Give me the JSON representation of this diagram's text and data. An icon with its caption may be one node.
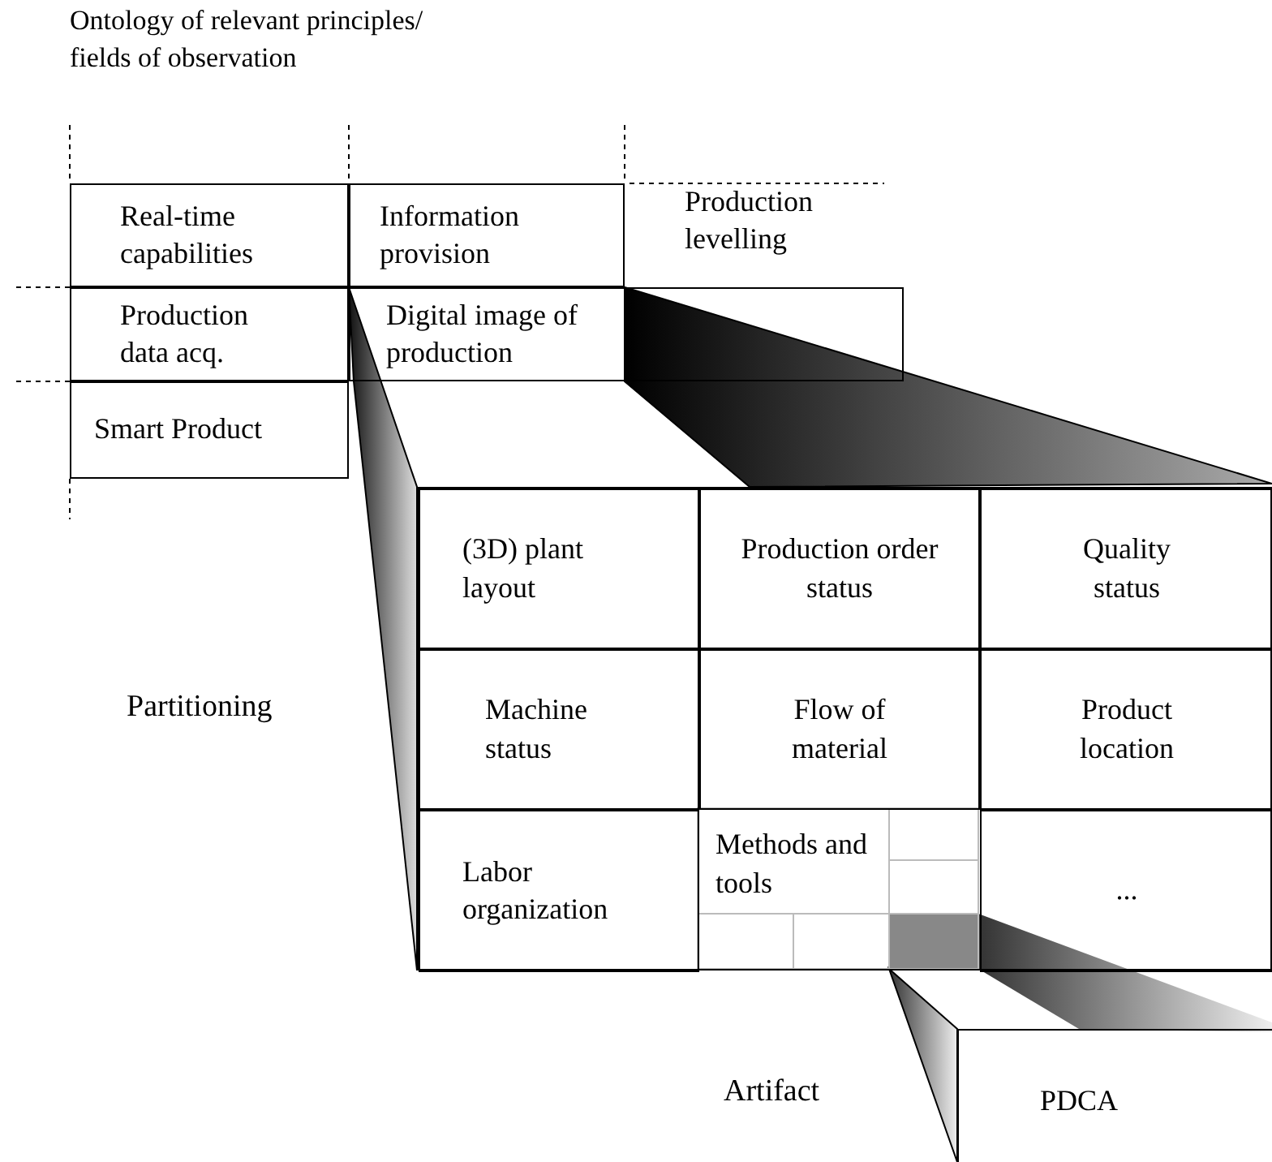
{
  "diagram": {
    "title": "Ontology of relevant principles/ fields of observation",
    "nodes": [
      {
        "text": [
          "Real-time capabilities"
        ]
      },
      {
        "text": [
          "Information provision"
        ]
      },
      {
        "text": [
          "Production levelling"
        ]
      },
      {
        "text": [
          "Production data acq."
        ]
      },
      {
        "text": [
          "Digital image of production"
        ]
      },
      {
        "text": [
          "Smart Product"
        ]
      },
      {
        "text": [],
        "shape": "box"
      },
      {
        "text": [
          "(3D) plant layout"
        ],
        "in": 6
      },
      {
        "text": [
          "Production order status"
        ],
        "in": 6
      },
      {
        "text": [
          "Quality status"
        ],
        "in": 6
      },
      {
        "text": [
          "Machine status"
        ],
        "in": 6
      },
      {
        "text": [
          "Flow of material"
        ],
        "in": 6
      },
      {
        "text": [
          "Product location"
        ],
        "in": 6
      },
      {
        "text": [
          "Labor organization"
        ],
        "in": 6
      },
      {
        "text": [
          "Methods and tools"
        ],
        "in": 6
      },
      {
        "text": [
          "..."
        ],
        "in": 6
      },
      {
        "text": [
          "PDCA"
        ]
      }
    ],
    "labels": [
      "Partitioning",
      "Artifact"
    ]
  }
}
